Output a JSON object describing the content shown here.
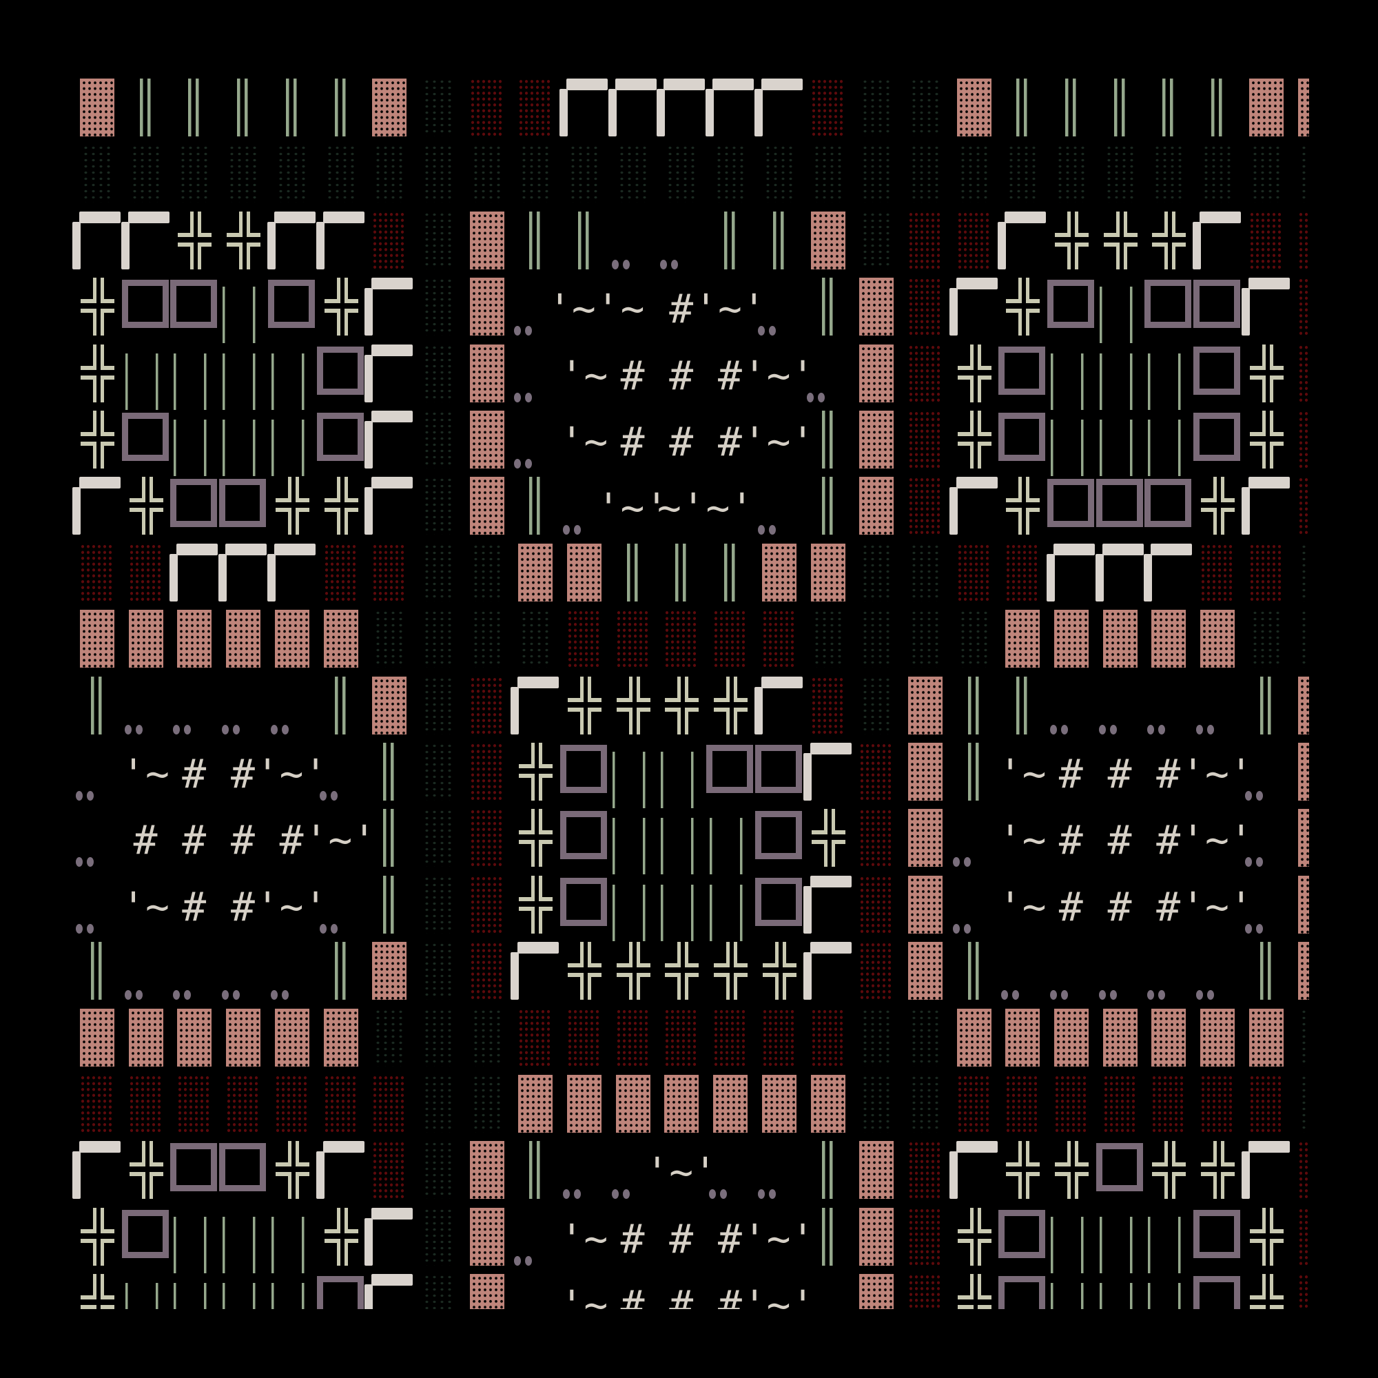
{
  "colors": {
    "pink": "#bf857b",
    "red": "#5e0a0c",
    "green": "#1b2a21",
    "vbar": "#95a88c",
    "corner": "#d9d3cd",
    "cross": "#c9c9b1",
    "box": "#7a6a78",
    "dots": "#7a6e7c",
    "text": "#d6d0c6"
  },
  "grid": {
    "rows": [
      [
        "pink",
        "vbar",
        "vbar",
        "vbar",
        "vbar",
        "vbar",
        "pink",
        "green",
        "red",
        "red",
        "corner",
        "corner",
        "corner",
        "corner",
        "corner",
        "red",
        "green",
        "green",
        "pink",
        "vbar",
        "vbar",
        "vbar",
        "vbar",
        "vbar",
        "pink",
        "pink"
      ],
      [
        "green",
        "green",
        "green",
        "green",
        "green",
        "green",
        "green",
        "green",
        "green",
        "green",
        "green",
        "green",
        "green",
        "green",
        "green",
        "green",
        "green",
        "green",
        "green",
        "green",
        "green",
        "green",
        "green",
        "green",
        "green",
        "green"
      ],
      [
        "corner",
        "corner",
        "cross",
        "cross",
        "corner",
        "corner",
        "red",
        "green",
        "pink",
        "vbar",
        "vbar",
        "dots",
        "dots",
        "vbar",
        "vbar",
        "pink",
        "green",
        "red",
        "red",
        "corner",
        "cross",
        "cross",
        "cross",
        "corner",
        "red",
        "red"
      ],
      [
        "cross",
        "box",
        "box",
        "line",
        "box",
        "cross",
        "corner",
        "green",
        "pink",
        "dots",
        "'~'",
        "~",
        "#",
        "'~'",
        "dots",
        "vbar",
        "pink",
        "red",
        "corner",
        "cross",
        "box",
        "line",
        "box",
        "box",
        "corner",
        "red"
      ],
      [
        "cross",
        "line",
        "line",
        "line",
        "line",
        "box",
        "corner",
        "green",
        "pink",
        "dots",
        "'~",
        "#",
        "#",
        "#",
        "'~'",
        "dots",
        "pink",
        "red",
        "cross",
        "box",
        "line",
        "line",
        "line",
        "box",
        "cross",
        "red"
      ],
      [
        "cross",
        "box",
        "line",
        "line",
        "line",
        "box",
        "corner",
        "green",
        "pink",
        "dots",
        "'~",
        "#",
        "#",
        "#",
        "'~'",
        "vbar",
        "pink",
        "red",
        "cross",
        "box",
        "line",
        "line",
        "line",
        "box",
        "cross",
        "red"
      ],
      [
        "corner",
        "cross",
        "box",
        "box",
        "cross",
        "cross",
        "corner",
        "green",
        "pink",
        "vbar",
        "dots",
        "'~'",
        "~'",
        "~'",
        "dots",
        "vbar",
        "pink",
        "red",
        "corner",
        "cross",
        "box",
        "box",
        "box",
        "cross",
        "corner",
        "red"
      ],
      [
        "red",
        "red",
        "corner",
        "corner",
        "corner",
        "red",
        "red",
        "green",
        "green",
        "pink",
        "pink",
        "vbar",
        "vbar",
        "vbar",
        "pink",
        "pink",
        "green",
        "green",
        "red",
        "red",
        "corner",
        "corner",
        "corner",
        "red",
        "red",
        "green"
      ],
      [
        "pink",
        "pink",
        "pink",
        "pink",
        "pink",
        "pink",
        "green",
        "green",
        "green",
        "green",
        "red",
        "red",
        "red",
        "red",
        "red",
        "green",
        "green",
        "green",
        "green",
        "pink",
        "pink",
        "pink",
        "pink",
        "pink",
        "green",
        "green"
      ],
      [
        "vbar",
        "dots",
        "dots",
        "dots",
        "dots",
        "vbar",
        "pink",
        "green",
        "red",
        "corner",
        "cross",
        "cross",
        "cross",
        "cross",
        "corner",
        "red",
        "green",
        "pink",
        "vbar",
        "vbar",
        "dots",
        "dots",
        "dots",
        "dots",
        "vbar",
        "pink"
      ],
      [
        "dots",
        "'~",
        "#",
        "#",
        "'~'",
        "dots",
        "vbar",
        "green",
        "red",
        "cross",
        "box",
        "line",
        "line",
        "box",
        "box",
        "corner",
        "red",
        "pink",
        "vbar",
        "'~",
        "#",
        "#",
        "#",
        "'~'",
        "dots",
        "pink"
      ],
      [
        "dots",
        "#",
        "#",
        "#",
        "#",
        "'~'",
        "vbar",
        "green",
        "red",
        "cross",
        "box",
        "line",
        "line",
        "line",
        "box",
        "cross",
        "red",
        "pink",
        "dots",
        "'~",
        "#",
        "#",
        "#",
        "'~'",
        "dots",
        "pink"
      ],
      [
        "dots",
        "'~",
        "#",
        "#",
        "'~'",
        "dots",
        "vbar",
        "green",
        "red",
        "cross",
        "box",
        "line",
        "line",
        "line",
        "box",
        "corner",
        "red",
        "pink",
        "dots",
        "'~",
        "#",
        "#",
        "#",
        "'~'",
        "dots",
        "pink"
      ],
      [
        "vbar",
        "dots",
        "dots",
        "dots",
        "dots",
        "vbar",
        "pink",
        "green",
        "red",
        "corner",
        "cross",
        "cross",
        "cross",
        "cross",
        "cross",
        "corner",
        "red",
        "pink",
        "vbar",
        "dots",
        "dots",
        "dots",
        "dots",
        "dots",
        "vbar",
        "pink"
      ],
      [
        "pink",
        "pink",
        "pink",
        "pink",
        "pink",
        "pink",
        "green",
        "green",
        "green",
        "red",
        "red",
        "red",
        "red",
        "red",
        "red",
        "red",
        "green",
        "green",
        "pink",
        "pink",
        "pink",
        "pink",
        "pink",
        "pink",
        "pink",
        "green"
      ],
      [
        "red",
        "red",
        "red",
        "red",
        "red",
        "red",
        "red",
        "green",
        "green",
        "pink",
        "pink",
        "pink",
        "pink",
        "pink",
        "pink",
        "pink",
        "green",
        "green",
        "red",
        "red",
        "red",
        "red",
        "red",
        "red",
        "red",
        "green"
      ],
      [
        "corner",
        "cross",
        "box",
        "box",
        "cross",
        "corner",
        "red",
        "green",
        "pink",
        "vbar",
        "dots",
        "dots",
        "'~'",
        "dots",
        "dots",
        "vbar",
        "pink",
        "red",
        "corner",
        "cross",
        "cross",
        "box",
        "cross",
        "cross",
        "corner",
        "red"
      ],
      [
        "cross",
        "box",
        "line",
        "line",
        "line",
        "cross",
        "corner",
        "green",
        "pink",
        "dots",
        "'~",
        "#",
        "#",
        "#",
        "'~'",
        "vbar",
        "pink",
        "red",
        "cross",
        "box",
        "line",
        "line",
        "line",
        "box",
        "cross",
        "red"
      ],
      [
        "cross",
        "line",
        "line",
        "line",
        "line",
        "box",
        "corner",
        "green",
        "pink",
        "",
        "'~",
        "#",
        "#",
        "#",
        "'~'",
        "",
        "pink",
        "red",
        "cross",
        "box",
        "line",
        "line",
        "line",
        "box",
        "cross",
        "red"
      ]
    ]
  }
}
